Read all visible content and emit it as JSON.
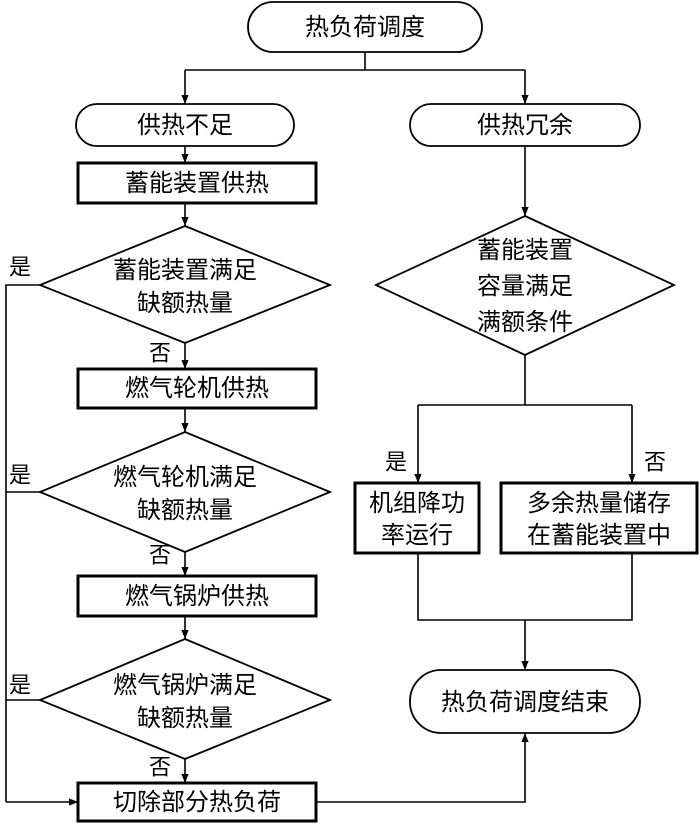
{
  "nodes": {
    "start": "热负荷调度",
    "insufficient": "供热不足",
    "surplus": "供热冗余",
    "storage_supply": "蓄能装置供热",
    "d1": [
      "蓄能装置满足",
      "缺额热量"
    ],
    "gas_turbine_supply": "燃气轮机供热",
    "d2": [
      "燃气轮机满足",
      "缺额热量"
    ],
    "gas_boiler_supply": "燃气锅炉供热",
    "d3": [
      "燃气锅炉满足",
      "缺额热量"
    ],
    "shed_load": "切除部分热负荷",
    "d_right": [
      "蓄能装置",
      "容量满足",
      "满额条件"
    ],
    "reduce_power": [
      "机组降功",
      "率运行"
    ],
    "store_surplus": [
      "多余热量储存",
      "在蓄能装置中"
    ],
    "end": "热负荷调度结束"
  },
  "edges": {
    "yes": "是",
    "no": "否"
  }
}
